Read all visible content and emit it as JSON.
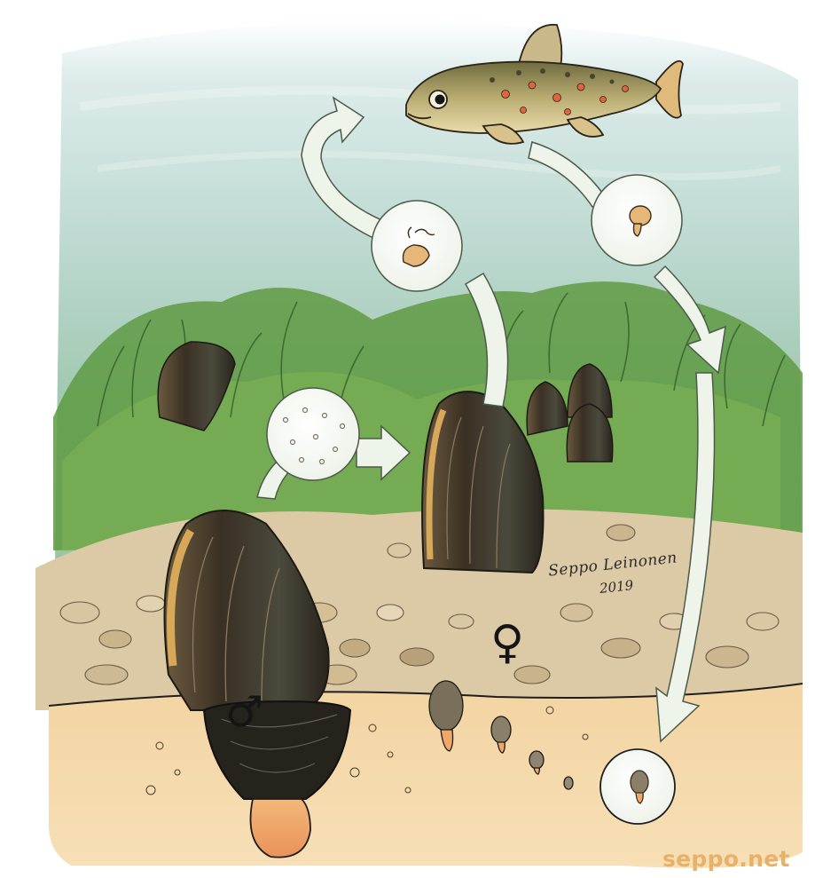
{
  "illustration": {
    "symbols": {
      "male": "♂",
      "female": "♀"
    },
    "signature": {
      "name": "Seppo Leinonen",
      "year": "2019"
    },
    "watermark": "seppo.net",
    "icons": [
      "trout-icon",
      "mussel-shell-icon",
      "glochidia-larva-icon",
      "juvenile-mussel-icon",
      "lifecycle-arrow-icon",
      "gravel-pebble-icon"
    ],
    "colors": {
      "water_top": "#cfe3e6",
      "water_mid": "#a9cfc6",
      "vegetation": "#6aa24a",
      "gravel": "#d9c7a4",
      "sand": "#f4d6a6",
      "shell_dark": "#3a3024",
      "shell_rim": "#d7a85a",
      "mussel_foot": "#f0a86a",
      "trout_body": "#b5a873",
      "trout_spot": "#e0643c",
      "arrow_fill": "#eef4ea",
      "watermark": "#e8b16a"
    }
  }
}
